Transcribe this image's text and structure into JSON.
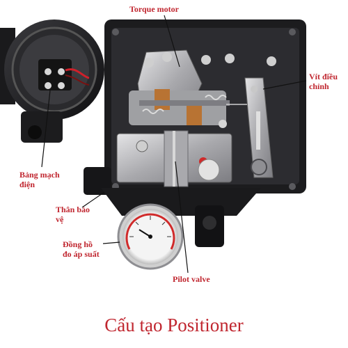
{
  "labels": {
    "torque_motor": "Torque motor",
    "vit_dieu_chinh_line1": "Vít điều",
    "vit_dieu_chinh_line2": "chỉnh",
    "bang_mach_line1": "Bảng mạch",
    "bang_mach_line2": "điện",
    "than_bao_ve_line1": "Thân bảo",
    "than_bao_ve_line2": "vệ",
    "dong_ho_line1": "Đồng hồ",
    "dong_ho_line2": "đo áp suất",
    "pilot_valve": "Pilot valve"
  },
  "caption": "Cấu tạo Positioner",
  "colors": {
    "label_red": "#c0262f",
    "housing_dark": "#1c1c1e",
    "metal": "#b8b8ba",
    "copper": "#b87333"
  }
}
